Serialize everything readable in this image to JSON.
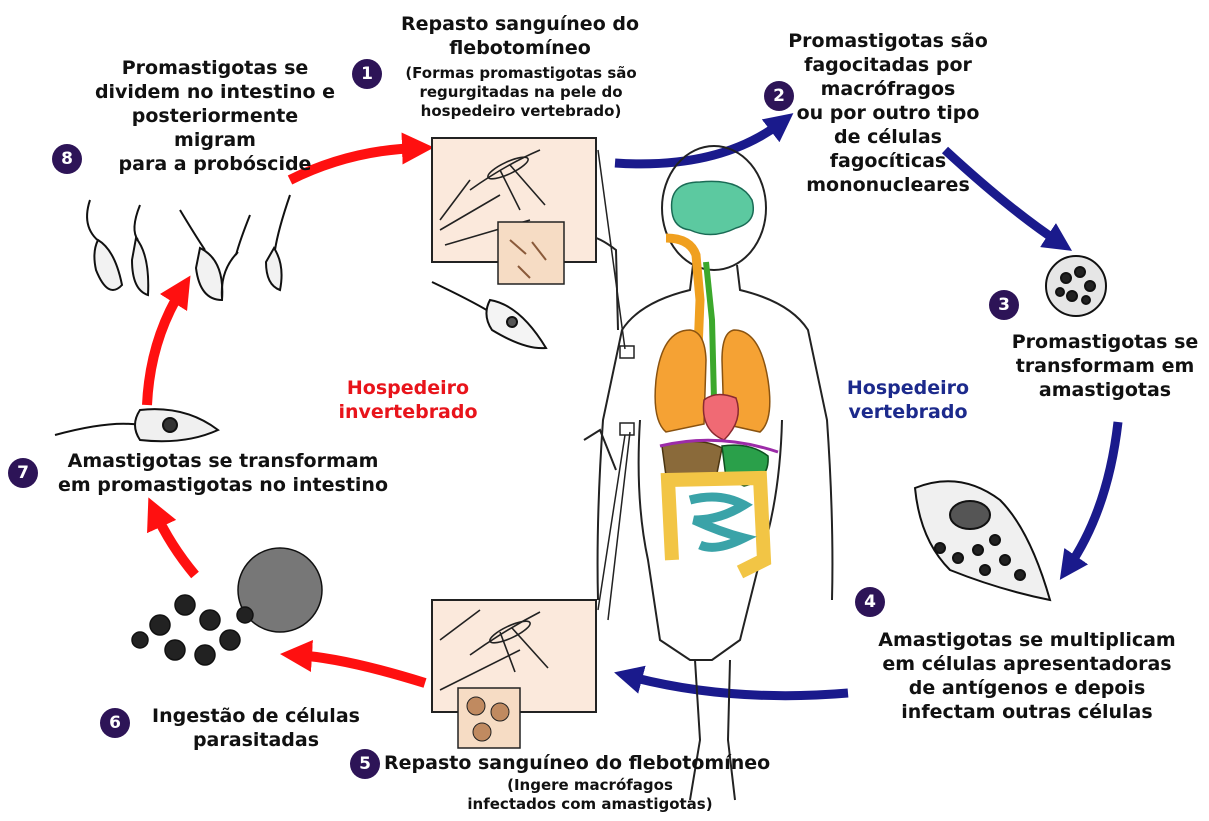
{
  "colors": {
    "invertebrate_arrow": "#ff1010",
    "vertebrate_arrow": "#1a1a8c",
    "badge": "#2d1457",
    "invertebrate_text": "#e8141b",
    "vertebrate_text": "#1c2a8c"
  },
  "hosts": {
    "invertebrate": "Hospedeiro\ninvertebrado",
    "vertebrate": "Hospedeiro\nvertebrado"
  },
  "steps": [
    {
      "num": "1",
      "title": "Repasto sanguíneo do\nflebotomíneo",
      "note": "(Formas promastigotas são\nregurgitadas na pele do\nhospedeiro vertebrado)"
    },
    {
      "num": "2",
      "title": "Promastigotas são\nfagocitadas por\nmacrófragos\nou por outro tipo\nde células\nfagocíticas\nmononucleares"
    },
    {
      "num": "3",
      "title": "Promastigotas se\ntransformam em\namastigotas"
    },
    {
      "num": "4",
      "title": "Amastigotas se multiplicam\nem células apresentadoras\nde antígenos e depois\ninfectam  outras células"
    },
    {
      "num": "5",
      "title": "Repasto sanguíneo do flebotomíneo",
      "note": "(Ingere macrófagos\ninfectados com amastigotas)"
    },
    {
      "num": "6",
      "title": "Ingestão de células\nparasitadas"
    },
    {
      "num": "7",
      "title": "Amastigotas se transformam\nem promastigotas no intestino"
    },
    {
      "num": "8",
      "title": "Promastigotas se\ndividem no intestino e\nposteriormente migram\npara a probóscide"
    }
  ]
}
